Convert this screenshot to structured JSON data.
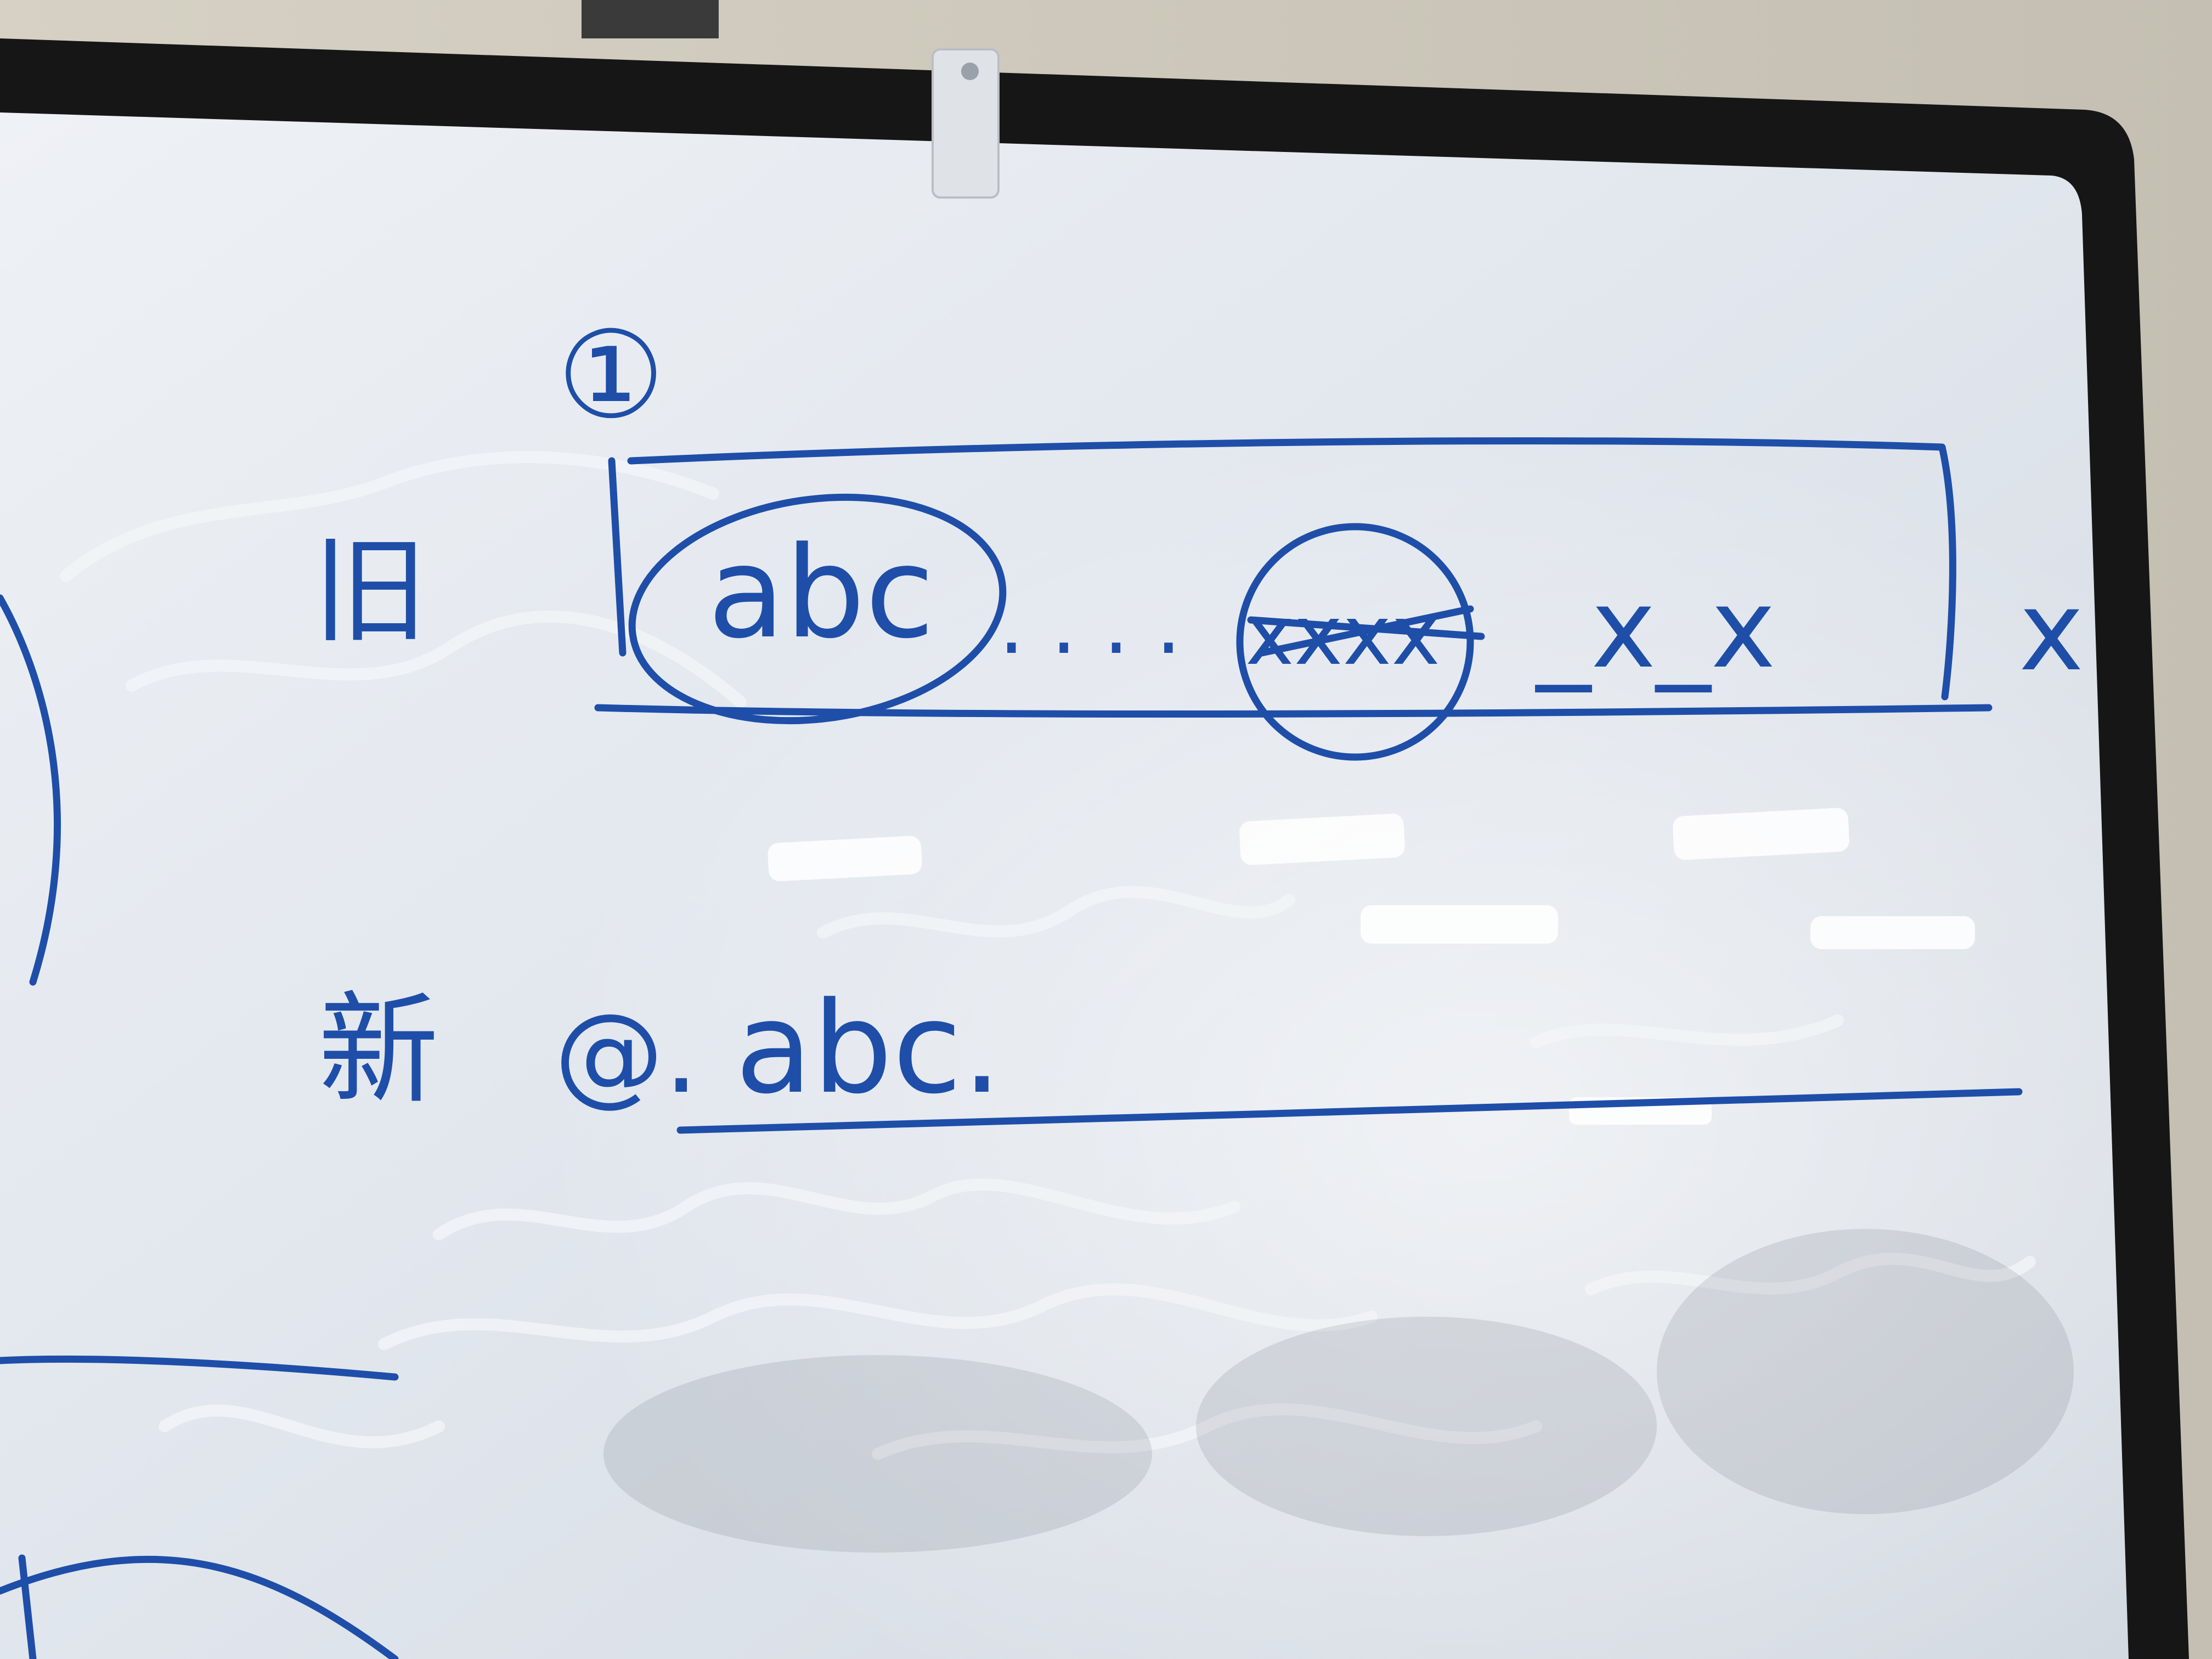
{
  "scene": {
    "subject": "whiteboard",
    "colors": {
      "wall": "#cfc9bb",
      "frame": "#1a1a1a",
      "board": "#e4e9ef",
      "ink": "#1e4ea8",
      "ghost": "#f4f6f8"
    }
  },
  "handwriting": {
    "corner_mark": "①",
    "old_label": "旧",
    "old_abc": "abc",
    "dots": ". . . .",
    "struck_word": "xxxx",
    "x_sequence": "_x_x",
    "outer_x": "x",
    "new_label": "新",
    "new_at": "@.",
    "new_abc": "abc."
  }
}
